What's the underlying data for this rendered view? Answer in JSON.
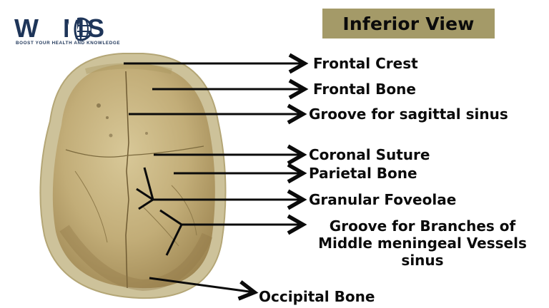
{
  "logo": {
    "name": "WOMS",
    "tagline": "BOOST YOUR HEALTH AND KNOWLEDGE",
    "color": "#1e3559"
  },
  "title": {
    "text": "Inferior View",
    "background": "#a49a68"
  },
  "figure": {
    "subject": "Skull cap (calvaria) interior surface",
    "bone_color": "#b8a56e",
    "rim_color": "#cfc49c"
  },
  "labels": [
    {
      "id": "frontal-crest",
      "text": "Frontal Crest"
    },
    {
      "id": "frontal-bone",
      "text": "Frontal Bone"
    },
    {
      "id": "groove-sagittal-sinus",
      "text": "Groove for sagittal sinus"
    },
    {
      "id": "coronal-suture",
      "text": "Coronal Suture"
    },
    {
      "id": "parietal-bone",
      "text": "Parietal Bone"
    },
    {
      "id": "granular-foveolae",
      "text": "Granular Foveolae"
    },
    {
      "id": "groove-middle-meningeal",
      "text": "Groove for Branches of Middle meningeal Vessels sinus"
    },
    {
      "id": "occipital-bone",
      "text": "Occipital Bone"
    }
  ]
}
